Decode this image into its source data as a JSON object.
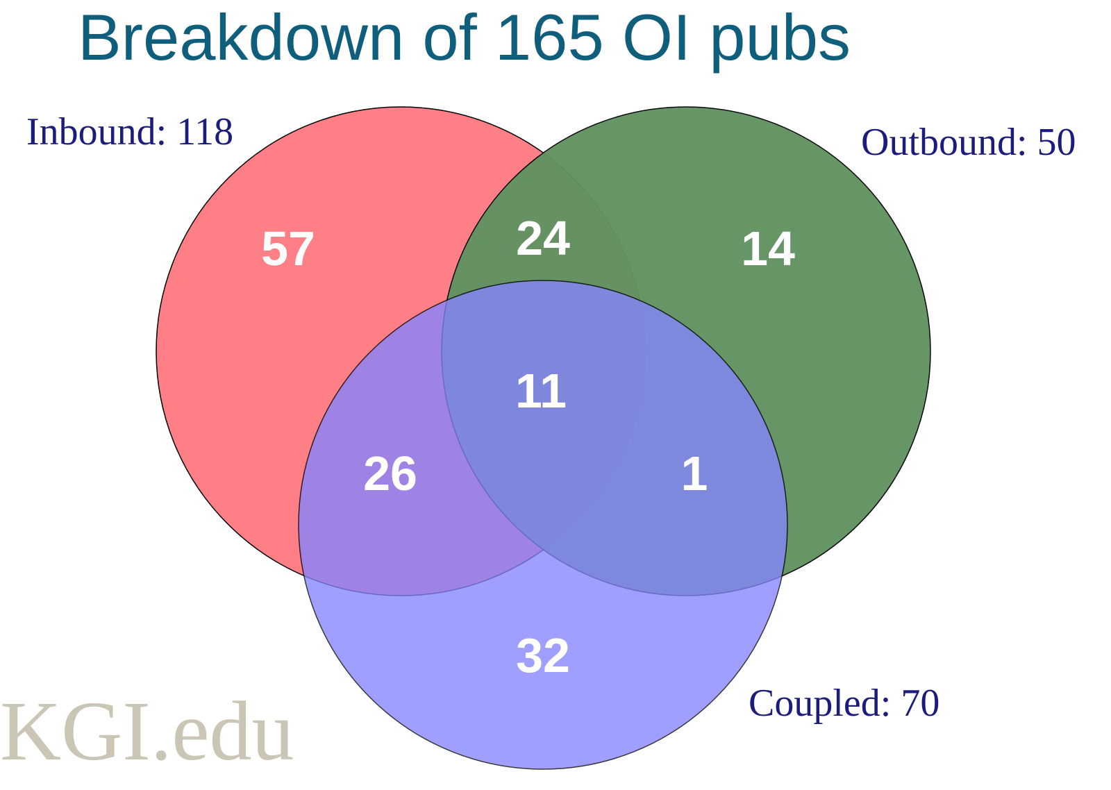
{
  "title": "Breakdown of 165 OI pubs",
  "sets": {
    "inbound": {
      "label": "Inbound: 118",
      "color": "#ff7f87"
    },
    "outbound": {
      "label": "Outbound: 50",
      "color": "#629262"
    },
    "coupled": {
      "label": "Coupled: 70",
      "color": "#8585ff"
    }
  },
  "regions": {
    "inbound_only": "57",
    "inbound_outbound": "24",
    "outbound_only": "14",
    "all_three": "11",
    "inbound_coupled": "26",
    "outbound_coupled": "1",
    "coupled_only": "32"
  },
  "watermark": "KGI.edu",
  "colors": {
    "title": "#0f5f7c",
    "label": "#1c1c7c",
    "count": "#ffffff",
    "watermark": "#cbc5b6",
    "outline": "#000000"
  }
}
